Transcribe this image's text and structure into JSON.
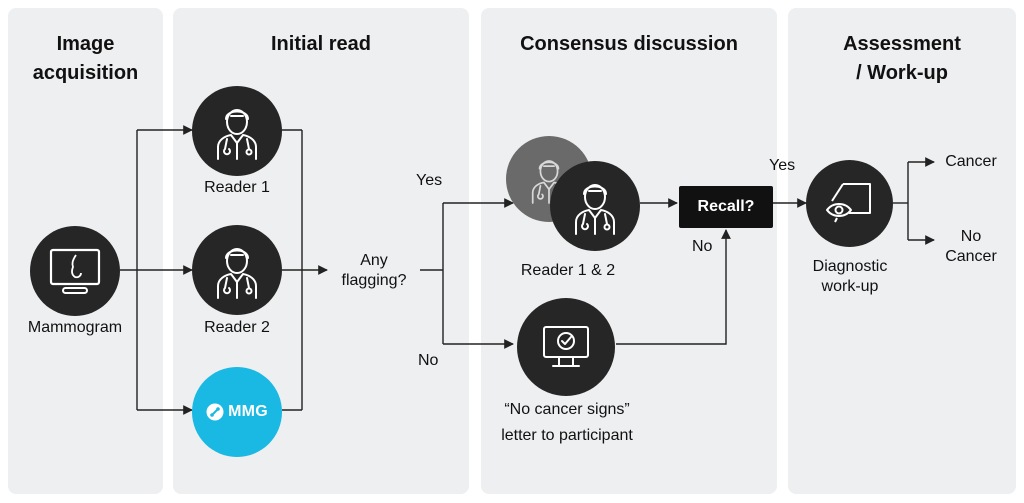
{
  "stages": {
    "acquisition": {
      "title": "Image\nacquisition"
    },
    "initial_read": {
      "title": "Initial read"
    },
    "consensus": {
      "title": "Consensus discussion"
    },
    "assessment": {
      "title": "Assessment\n/ Work-up"
    }
  },
  "nodes": {
    "mammogram": {
      "label": "Mammogram",
      "icon": "mammogram-monitor-icon"
    },
    "reader1": {
      "label": "Reader 1",
      "icon": "doctor-icon"
    },
    "reader2": {
      "label": "Reader 2",
      "icon": "doctor-icon"
    },
    "mmg": {
      "label": "MMG",
      "icon": "link-icon",
      "color": "#19b9e3"
    },
    "flagging": {
      "label": "Any\nflagging?"
    },
    "readers12": {
      "label": "Reader 1 & 2",
      "icon": "doctor-icon"
    },
    "letter": {
      "label": "“No cancer signs”\nletter to participant",
      "icon": "monitor-check-icon"
    },
    "recall": {
      "label": "Recall?"
    },
    "workup": {
      "label": "Diagnostic\nwork-up",
      "icon": "eye-scan-icon"
    },
    "cancer": {
      "label": "Cancer"
    },
    "no_cancer": {
      "label": "No\nCancer"
    }
  },
  "branches": {
    "flag_yes": "Yes",
    "flag_no": "No",
    "recall_yes": "Yes",
    "recall_no": "No"
  },
  "colors": {
    "panel": "#eeeff1",
    "node": "#262626",
    "accent": "#19b9e3",
    "line": "#222222"
  }
}
